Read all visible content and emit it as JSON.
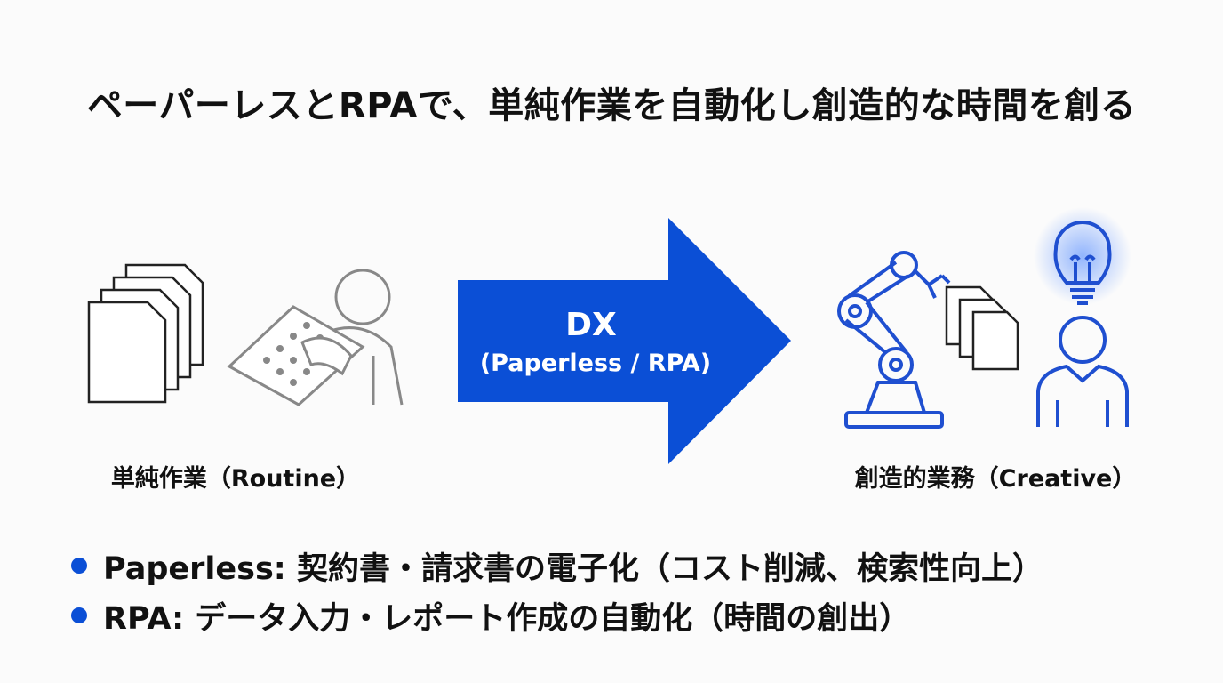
{
  "title": "ペーパーレスとRPAで、単純作業を自動化し創造的な時間を創る",
  "arrow": {
    "main": "DX",
    "sub": "(Paperless / RPA)"
  },
  "left_label": "単純作業（Routine）",
  "right_label": "創造的業務（Creative）",
  "bullets": [
    "Paperless: 契約書・請求書の電子化（コスト削減、検索性向上）",
    "RPA: データ入力・レポート作成の自動化（時間の創出）"
  ],
  "colors": {
    "accent": "#0b4fd6",
    "icon_gray": "#888888",
    "background": "#fbfbfb"
  }
}
